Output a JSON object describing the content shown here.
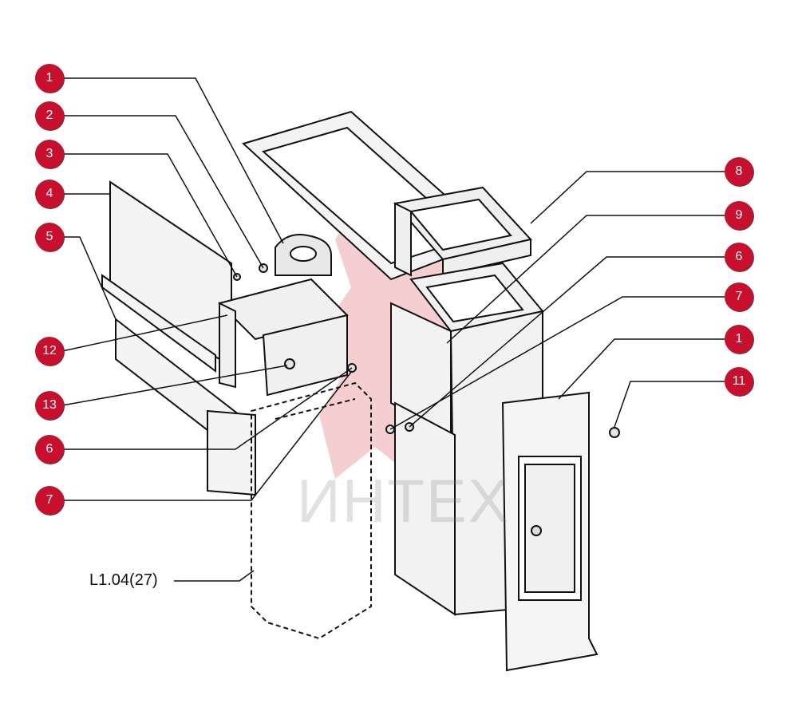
{
  "diagram": {
    "reference_label": "L1.04(27)",
    "watermark_text": "ИНТЕХ",
    "callouts": [
      {
        "id": "1"
      },
      {
        "id": "2"
      },
      {
        "id": "3"
      },
      {
        "id": "4"
      },
      {
        "id": "5"
      },
      {
        "id": "12"
      },
      {
        "id": "13"
      },
      {
        "id": "6"
      },
      {
        "id": "7"
      },
      {
        "id": "8"
      },
      {
        "id": "9"
      },
      {
        "id": "6"
      },
      {
        "id": "7"
      },
      {
        "id": "1"
      },
      {
        "id": "11"
      }
    ]
  },
  "colors": {
    "callout_fill": "#c8102e",
    "line": "#111111",
    "part_fill": "#f1f1f1",
    "watermark": "#e9b3b3"
  }
}
